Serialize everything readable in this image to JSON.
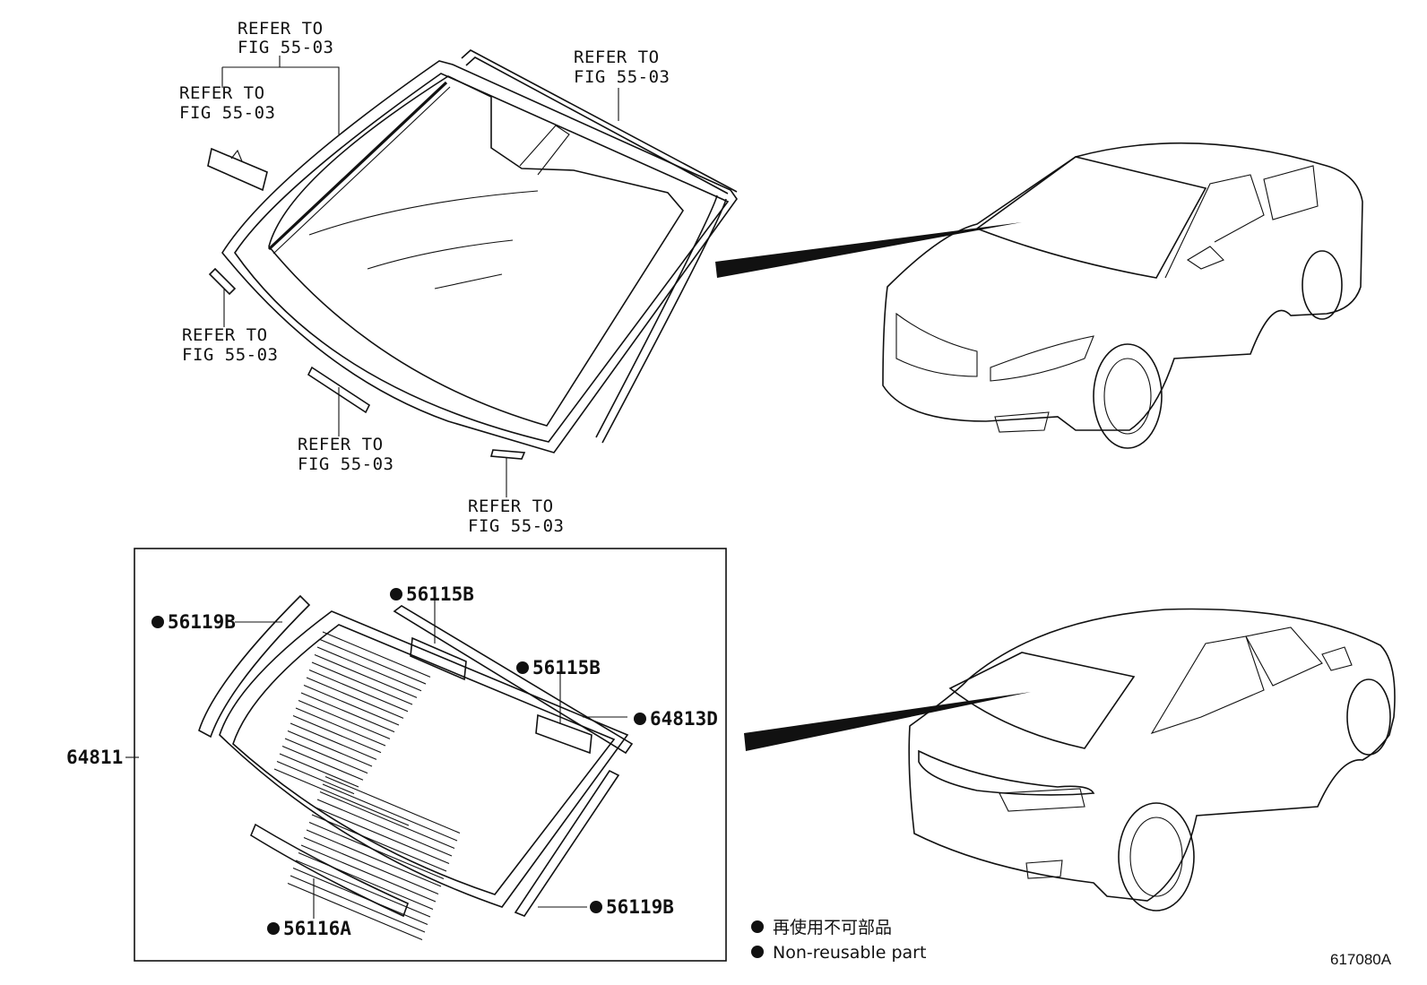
{
  "refs": {
    "ref_label_line1": "REFER TO",
    "ref_label_line2": "FIG 55-03"
  },
  "parts": {
    "p64811": "64811",
    "p56119B_left": "56119B",
    "p56115B_top": "56115B",
    "p56115B_mid": "56115B",
    "p64813D": "64813D",
    "p56116A": "56116A",
    "p56119B_right": "56119B"
  },
  "legend": {
    "jp": "再使用不可部品",
    "en": "Non-reusable part"
  },
  "figure_code": "617080A"
}
